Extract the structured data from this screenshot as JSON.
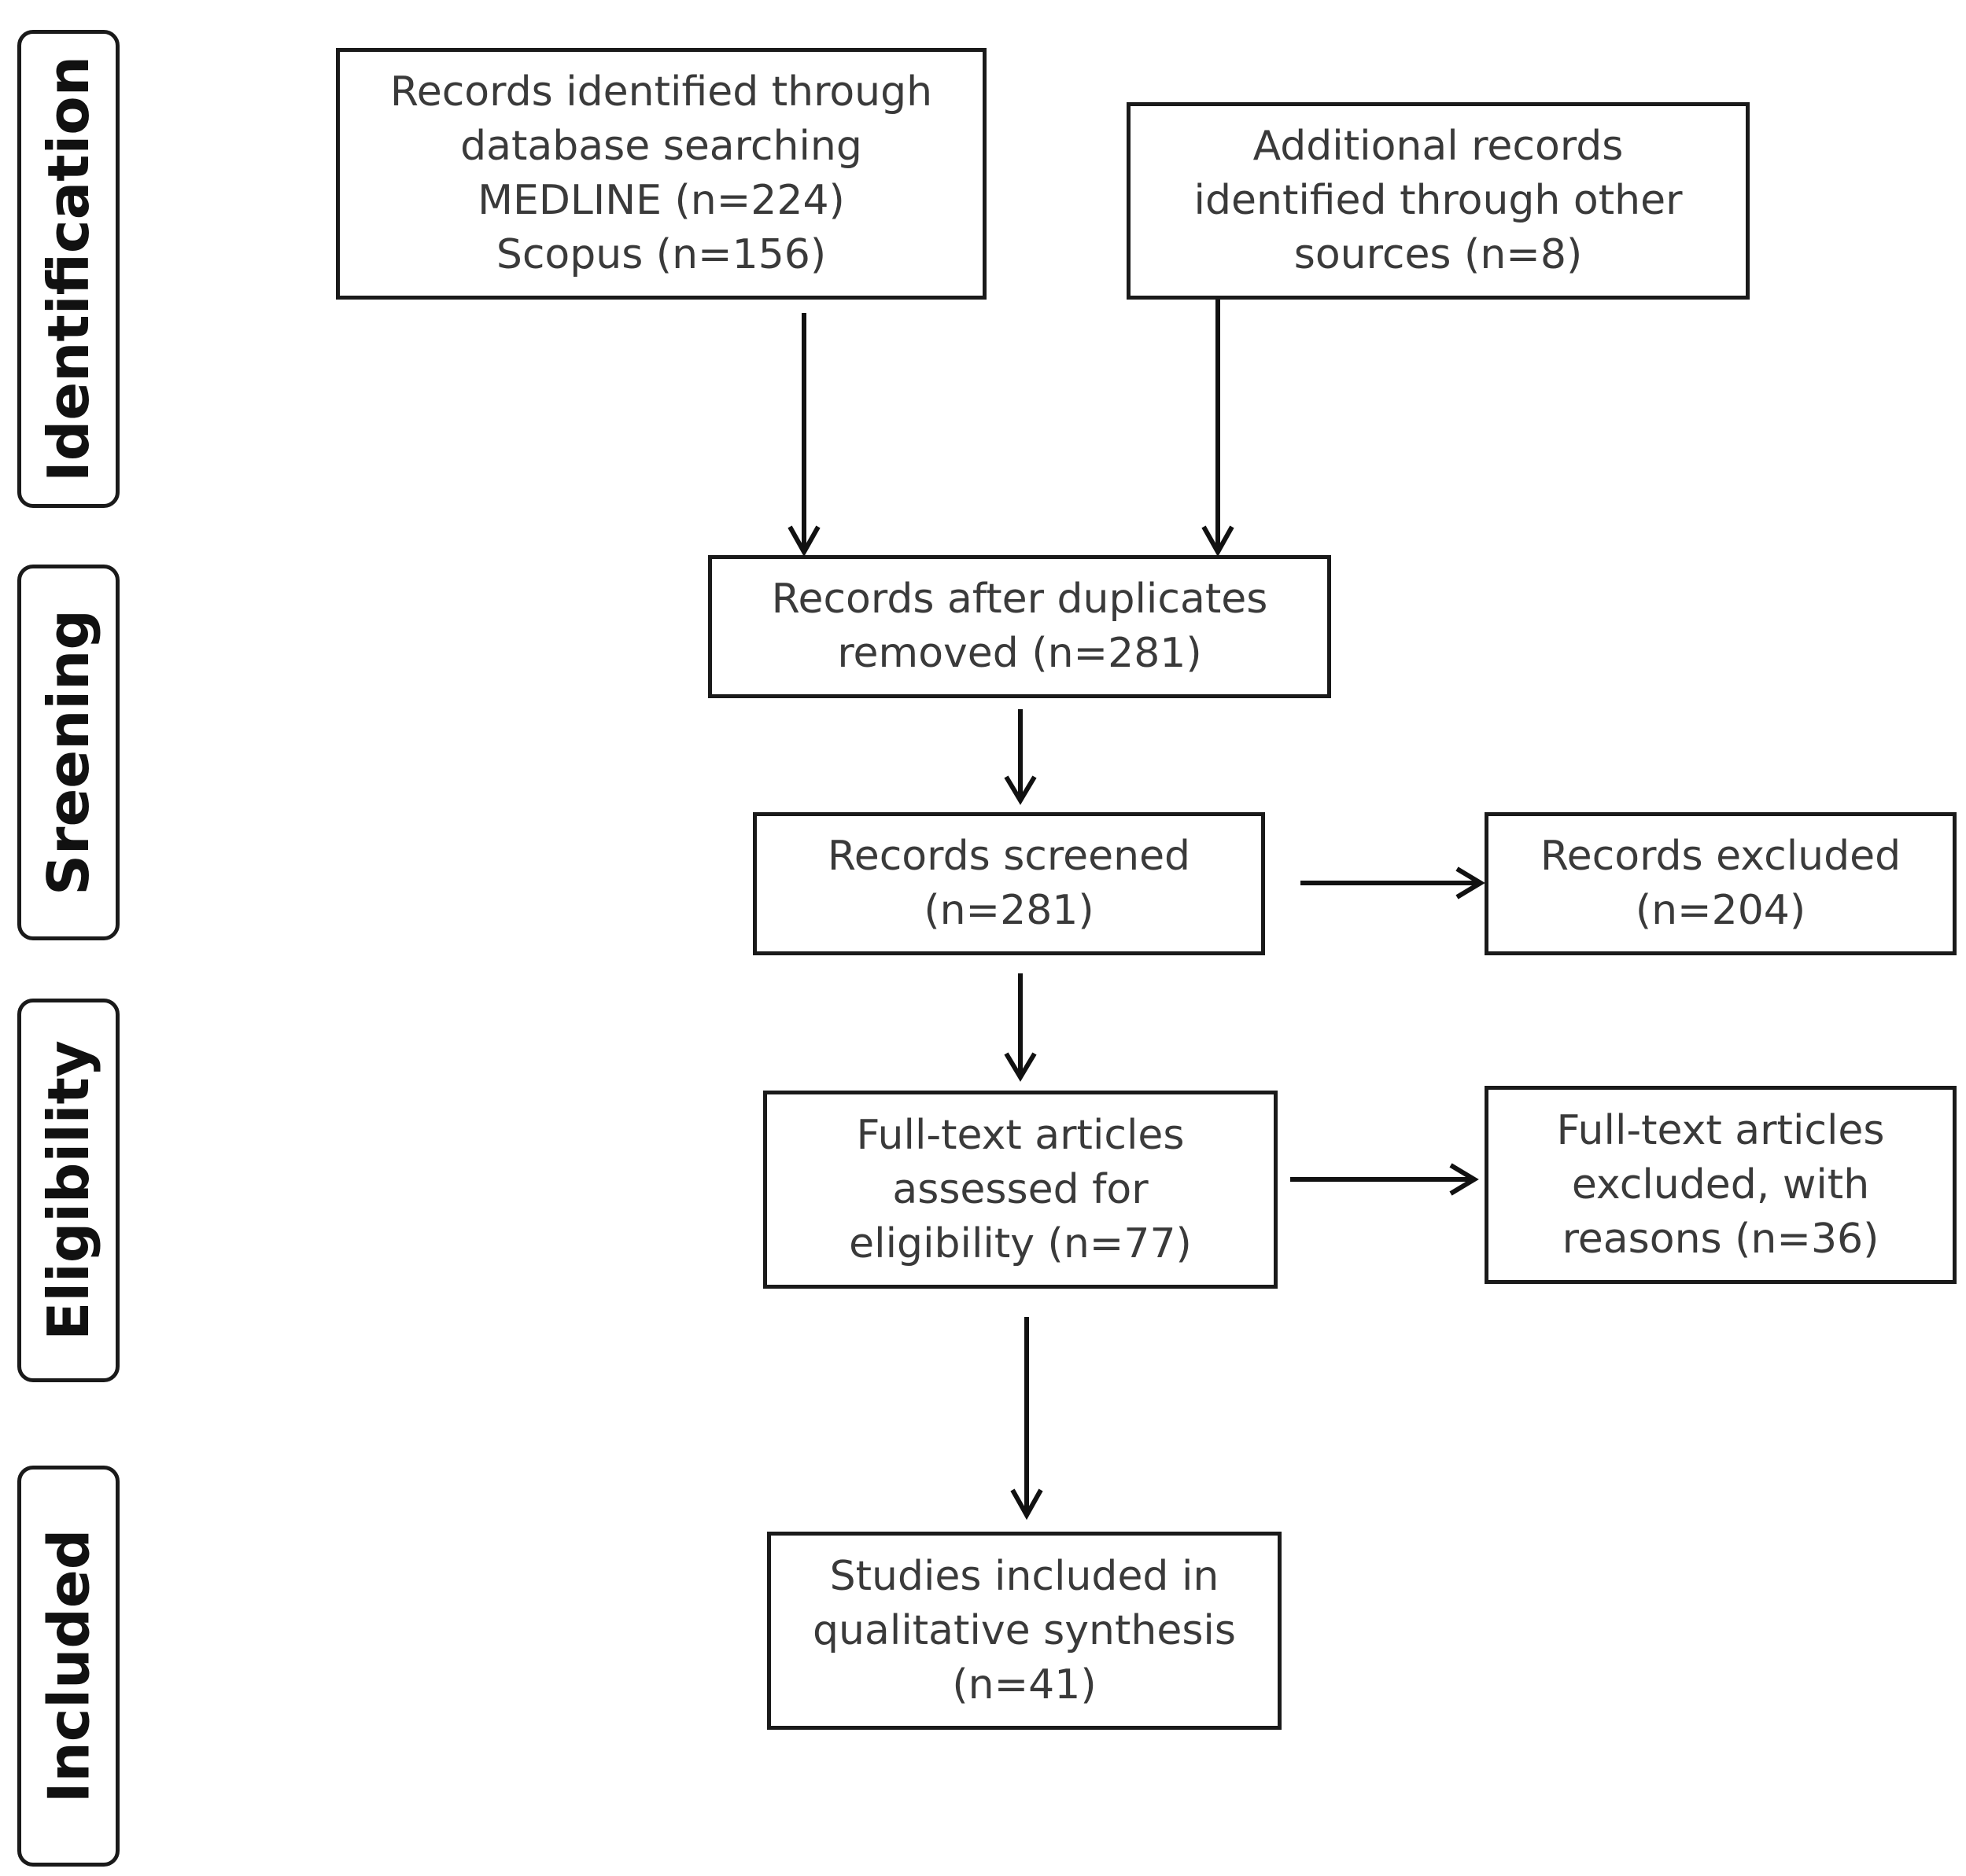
{
  "stages": {
    "identification": "Identification",
    "screening": "Sreening",
    "eligibility": "Eligibility",
    "included": "Included"
  },
  "boxes": {
    "database_search": {
      "lines": [
        "Records identified through",
        "database searching",
        "MEDLINE (n=224)",
        "Scopus (n=156)"
      ]
    },
    "other_sources": {
      "lines": [
        "Additional records",
        "identified through other",
        "sources (n=8)"
      ]
    },
    "duplicates_removed": {
      "lines": [
        "Records after duplicates",
        "removed (n=281)"
      ]
    },
    "records_screened": {
      "lines": [
        "Records screened",
        "(n=281)"
      ]
    },
    "records_excluded": {
      "lines": [
        "Records excluded",
        "(n=204)"
      ]
    },
    "fulltext_assessed": {
      "lines": [
        "Full-text articles",
        "assessed for",
        "eligibility (n=77)"
      ]
    },
    "fulltext_excluded": {
      "lines": [
        "Full-text articles",
        "excluded, with",
        "reasons (n=36)"
      ]
    },
    "studies_included": {
      "lines": [
        "Studies included in",
        "qualitative synthesis",
        "(n=41)"
      ]
    }
  },
  "colors": {
    "border": "#1a1a1a",
    "text": "#3a3a3a",
    "stage_text": "#111111"
  }
}
